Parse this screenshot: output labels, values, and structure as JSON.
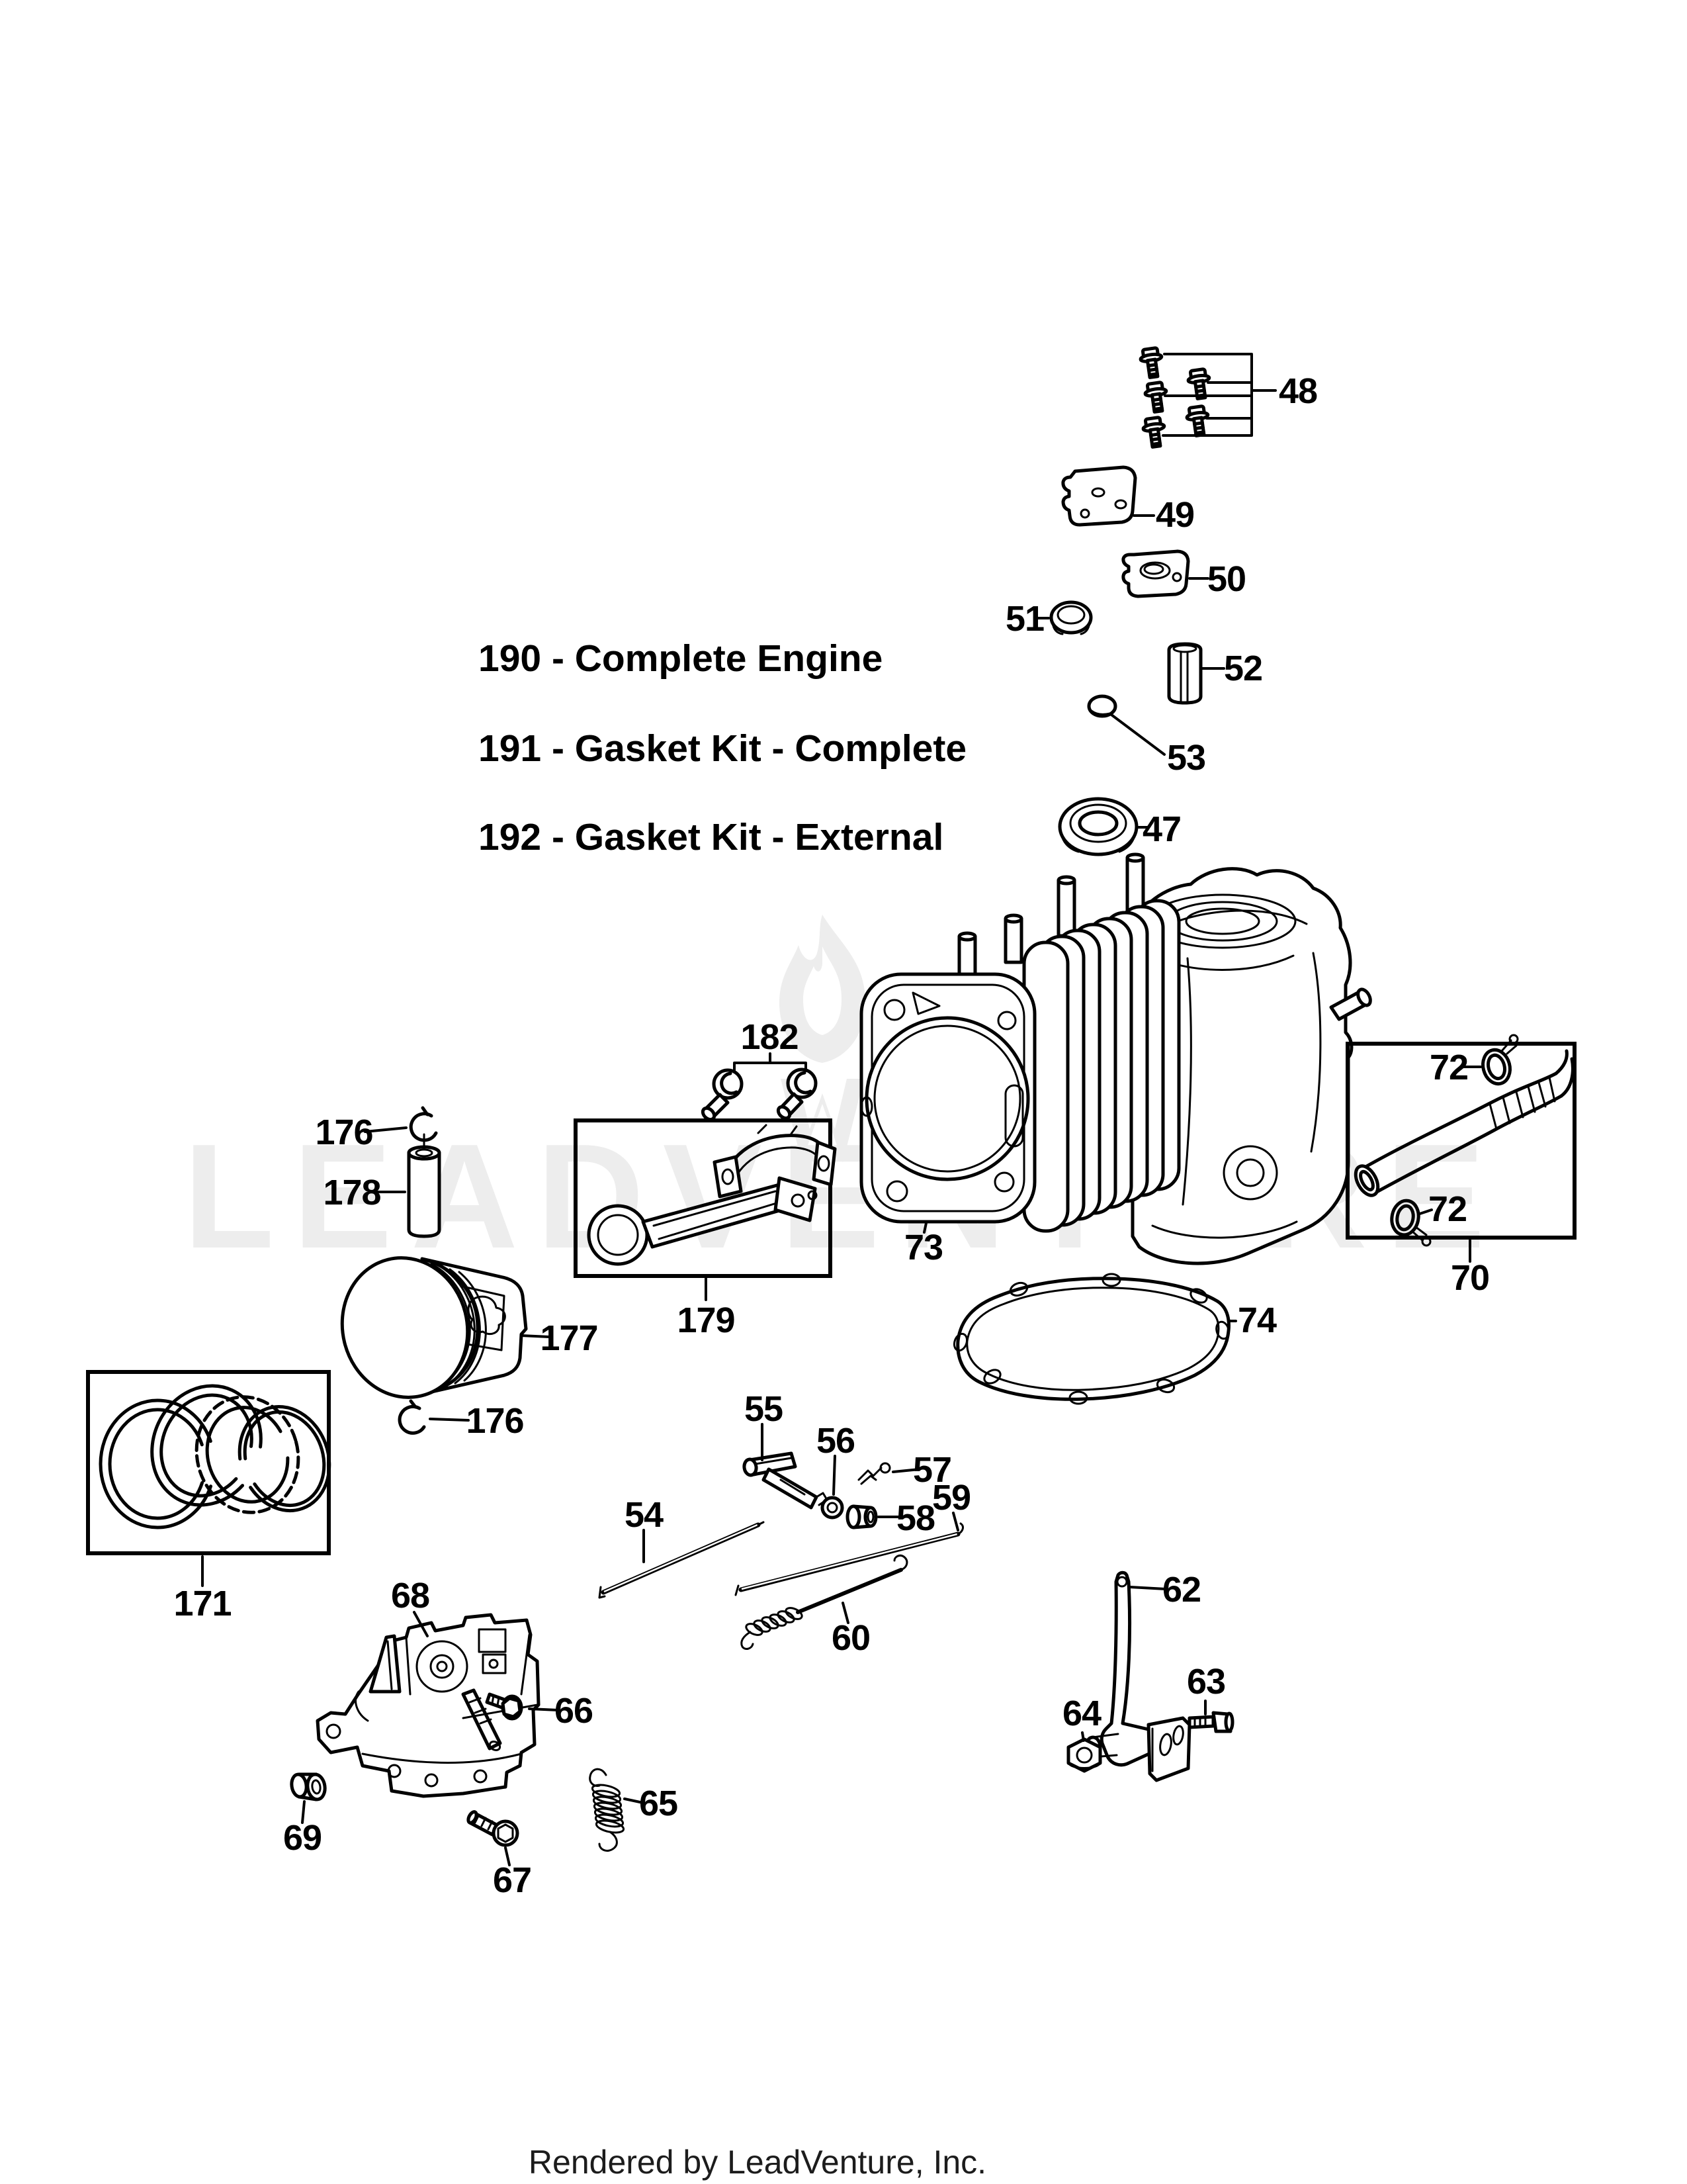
{
  "watermark": {
    "text": "LEADVENTURE",
    "color": "#ededed"
  },
  "part_list": {
    "line1": "190 - Complete Engine",
    "line2": "191 - Gasket Kit - Complete",
    "line3": "192 - Gasket Kit - External"
  },
  "callouts": {
    "c47": "47",
    "c48": "48",
    "c49": "49",
    "c50": "50",
    "c51": "51",
    "c52": "52",
    "c53": "53",
    "c54": "54",
    "c55": "55",
    "c56": "56",
    "c57": "57",
    "c58": "58",
    "c59": "59",
    "c60": "60",
    "c62": "62",
    "c63": "63",
    "c64": "64",
    "c65": "65",
    "c66": "66",
    "c67": "67",
    "c68": "68",
    "c69": "69",
    "c70": "70",
    "c72a": "72",
    "c72b": "72",
    "c73": "73",
    "c74": "74",
    "c171": "171",
    "c176a": "176",
    "c176b": "176",
    "c177": "177",
    "c178": "178",
    "c179": "179",
    "c182": "182"
  },
  "footer": {
    "credit": "Rendered by LeadVenture, Inc."
  },
  "colors": {
    "ink": "#000000",
    "paper": "#ffffff",
    "watermark_gray": "#ededed"
  }
}
